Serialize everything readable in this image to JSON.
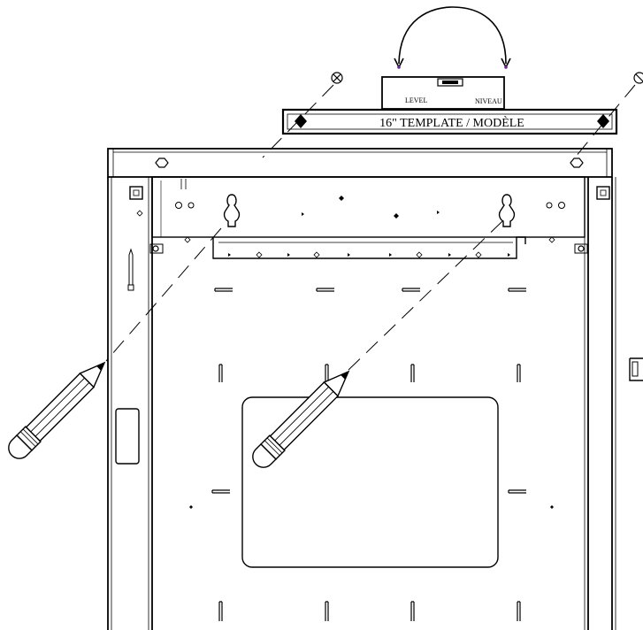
{
  "template": {
    "label": "16\" TEMPLATE / MODÈLE"
  },
  "level": {
    "label_en": "LEVEL",
    "label_fr": "NIVEAU"
  },
  "colors": {
    "line": "#000000",
    "background": "#ffffff",
    "level_arrow_tip": "#6a2a8a"
  },
  "icons": [
    "pencil-icon",
    "screw-icon",
    "level-icon",
    "rotate-arrow-icon"
  ]
}
